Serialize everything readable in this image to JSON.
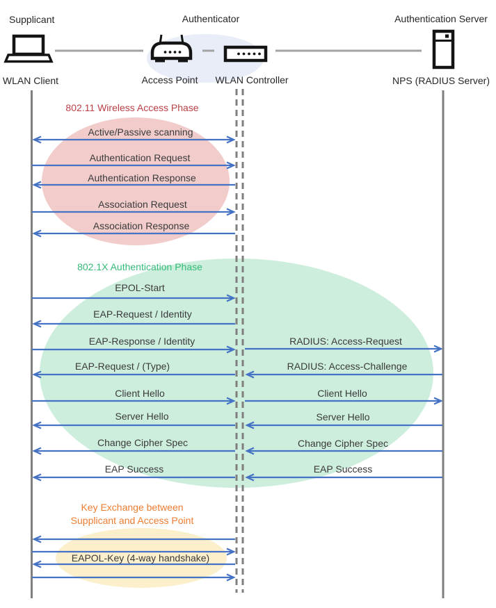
{
  "actors": {
    "supplicant": {
      "title": "Supplicant",
      "label": "WLAN Client"
    },
    "authenticator": {
      "title": "Authenticator",
      "ap_label": "Access Point",
      "wc_label": "WLAN Controller"
    },
    "server": {
      "title": "Authentication Server",
      "label": "NPS (RADIUS Server)"
    }
  },
  "phases": [
    {
      "title": "802.11 Wireless Access Phase",
      "color": "#B84045",
      "fill": "#F1CCCB"
    },
    {
      "title": "802.1X Authentication Phase",
      "color": "#35BB78",
      "fill": "#CDEEDD"
    },
    {
      "title_line1": "Key Exchange between",
      "title_line2": "Supplicant and Access Point",
      "color": "#ED7D31",
      "fill": "#FBEFCC"
    }
  ],
  "messages": {
    "left": [
      {
        "label": "Active/Passive scanning",
        "direction": "both"
      },
      {
        "label": "Authentication Request",
        "direction": "right"
      },
      {
        "label": "Authentication Response",
        "direction": "left"
      },
      {
        "label": "Association Request",
        "direction": "right"
      },
      {
        "label": "Association Response",
        "direction": "left"
      },
      {
        "label": "EPOL-Start",
        "direction": "right"
      },
      {
        "label": "EAP-Request / Identity",
        "direction": "left"
      },
      {
        "label": "EAP-Response / Identity",
        "direction": "right"
      },
      {
        "label": "EAP-Request / (Type)",
        "direction": "left"
      },
      {
        "label": "Client Hello",
        "direction": "right"
      },
      {
        "label": "Server Hello",
        "direction": "left"
      },
      {
        "label": "Change Cipher Spec",
        "direction": "left"
      },
      {
        "label": "EAP Success",
        "direction": "left"
      },
      {
        "label": "EAPOL-Key (4-way handshake)",
        "direction": "4-way-handshake"
      }
    ],
    "right": [
      {
        "label": "RADIUS: Access-Request",
        "direction": "right"
      },
      {
        "label": "RADIUS: Access-Challenge",
        "direction": "left"
      },
      {
        "label": "Client Hello",
        "direction": "right"
      },
      {
        "label": "Server Hello",
        "direction": "left"
      },
      {
        "label": "Change Cipher Spec",
        "direction": "left"
      },
      {
        "label": "EAP Success",
        "direction": "left"
      }
    ]
  },
  "colors": {
    "arrow": "#4472C4",
    "lifeline": "#7F7F7F",
    "connector": "#A3A3A3",
    "authenticator_ellipse": "#E9EDF7"
  }
}
